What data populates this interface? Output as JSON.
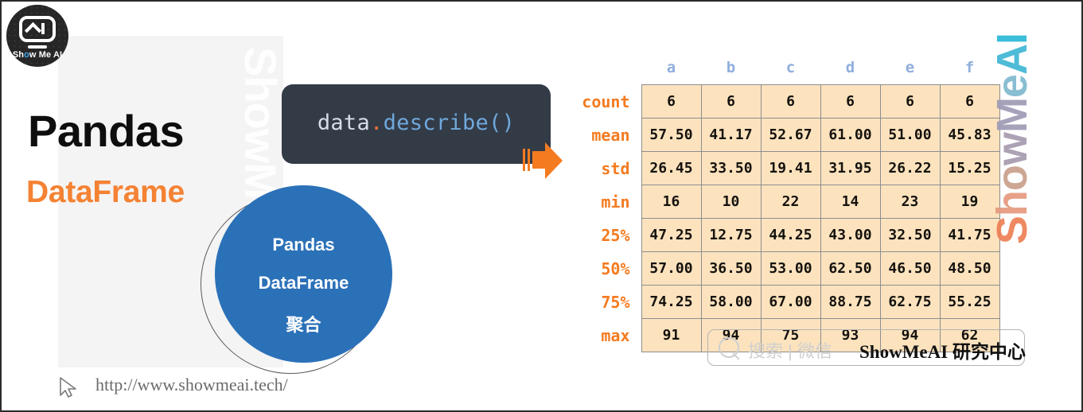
{
  "slide": {
    "background_color": "#ffffff",
    "border_color": "#2b2b2b"
  },
  "logo": {
    "name": "ShowMeAI",
    "text_show": "Sh",
    "text_o": "o",
    "text_rest": "w Me AI",
    "background_color": "#262626"
  },
  "left_card": {
    "background_color": "#f4f4f4",
    "watermark": "ShowMeAI",
    "title": "Pandas",
    "subtitle": "DataFrame",
    "title_color": "#0e0e0e",
    "subtitle_color": "#f58233"
  },
  "circle": {
    "fill_color": "#2b71b8",
    "lines": [
      "Pandas",
      "DataFrame",
      "聚合"
    ]
  },
  "code_box": {
    "background_color": "#333b47",
    "tokens": {
      "variable": "data",
      "dot": ".",
      "function": "describe",
      "parens": "()"
    },
    "full_text": "data.describe()",
    "variable_color": "#d8dde6",
    "dot_color": "#e8713a",
    "function_color": "#6fa8dc"
  },
  "arrow": {
    "color": "#f47b20",
    "direction": "right"
  },
  "right_watermark": {
    "letters": [
      "S",
      "h",
      "o",
      "w",
      "M",
      "e",
      "A",
      "I"
    ],
    "text": "ShowMeAI"
  },
  "wechat_watermark": {
    "gray_text": "搜索 | 微信",
    "black_text": "ShowMeAI 研究中心",
    "border_color": "#b3b3b3"
  },
  "footer": {
    "url": "http://www.showmeai.tech/",
    "color": "#6b6b6b"
  },
  "chart_data": {
    "type": "table",
    "title": "data.describe()",
    "header_color": "#90aedc",
    "rowlabel_color": "#f47b20",
    "cell_background": "#fce3be",
    "cell_border": "#8d8d8d",
    "columns": [
      "a",
      "b",
      "c",
      "d",
      "e",
      "f"
    ],
    "index": [
      "count",
      "mean",
      "std",
      "min",
      "25%",
      "50%",
      "75%",
      "max"
    ],
    "rows": [
      {
        "label": "count",
        "values": [
          "6",
          "6",
          "6",
          "6",
          "6",
          "6"
        ]
      },
      {
        "label": "mean",
        "values": [
          "57.50",
          "41.17",
          "52.67",
          "61.00",
          "51.00",
          "45.83"
        ]
      },
      {
        "label": "std",
        "values": [
          "26.45",
          "33.50",
          "19.41",
          "31.95",
          "26.22",
          "15.25"
        ]
      },
      {
        "label": "min",
        "values": [
          "16",
          "10",
          "22",
          "14",
          "23",
          "19"
        ]
      },
      {
        "label": "25%",
        "values": [
          "47.25",
          "12.75",
          "44.25",
          "43.00",
          "32.50",
          "41.75"
        ]
      },
      {
        "label": "50%",
        "values": [
          "57.00",
          "36.50",
          "53.00",
          "62.50",
          "46.50",
          "48.50"
        ]
      },
      {
        "label": "75%",
        "values": [
          "74.25",
          "58.00",
          "67.00",
          "88.75",
          "62.75",
          "55.25"
        ]
      },
      {
        "label": "max",
        "values": [
          "91",
          "94",
          "75",
          "93",
          "94",
          "62"
        ]
      }
    ]
  }
}
